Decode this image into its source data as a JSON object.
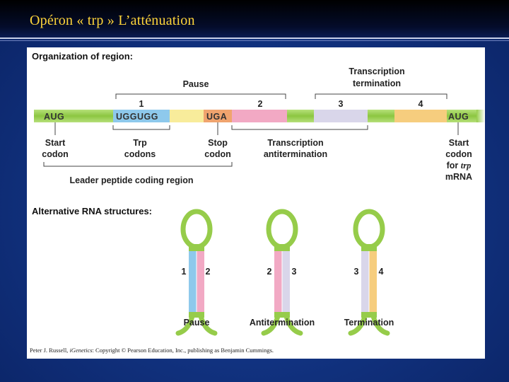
{
  "slide": {
    "title": "Opéron « trp » L’atténuation"
  },
  "organization": {
    "heading": "Organization of region:",
    "brackets": {
      "pause": "Pause",
      "termination_line1": "Transcription",
      "termination_line2": "termination"
    },
    "region_numbers": [
      "1",
      "2",
      "3",
      "4"
    ],
    "sequence_labels": {
      "aug_start": "AUG",
      "trp_codons": "UGGUGG",
      "stop": "UGA",
      "aug_end": "AUG"
    },
    "below_labels": {
      "start_codon_1": "Start",
      "start_codon_2": "codon",
      "trp_codons_1": "Trp",
      "trp_codons_2": "codons",
      "stop_codon_1": "Stop",
      "stop_codon_2": "codon",
      "antitermination_1": "Transcription",
      "antitermination_2": "antitermination",
      "trp_start_1": "Start",
      "trp_start_2": "codon",
      "trp_start_3a": "for ",
      "trp_start_3b": "trp",
      "trp_start_4": "mRNA"
    },
    "leader_label": "Leader peptide coding region"
  },
  "alternatives": {
    "heading": "Alternative RNA structures:",
    "structures": [
      {
        "left": "1",
        "right": "2",
        "label": "Pause"
      },
      {
        "left": "2",
        "right": "3",
        "label": "Antitermination"
      },
      {
        "left": "3",
        "right": "4",
        "label": "Termination"
      }
    ]
  },
  "credit": {
    "text_a": "Peter J. Russell, ",
    "text_b": "iGenetics",
    "text_c": ": Copyright © Pearson Education, Inc., publishing as Benjamin Cummings."
  },
  "colors": {
    "title": "#ffd53a",
    "background": "#123483",
    "green": "#96cc4a",
    "region1": "#8ec9ec",
    "region2": "#f2a9c4",
    "region3": "#d9d6ea",
    "region4": "#f6cd7e",
    "pale_yellow": "#f8ec9b",
    "stop": "#f0a46e"
  }
}
